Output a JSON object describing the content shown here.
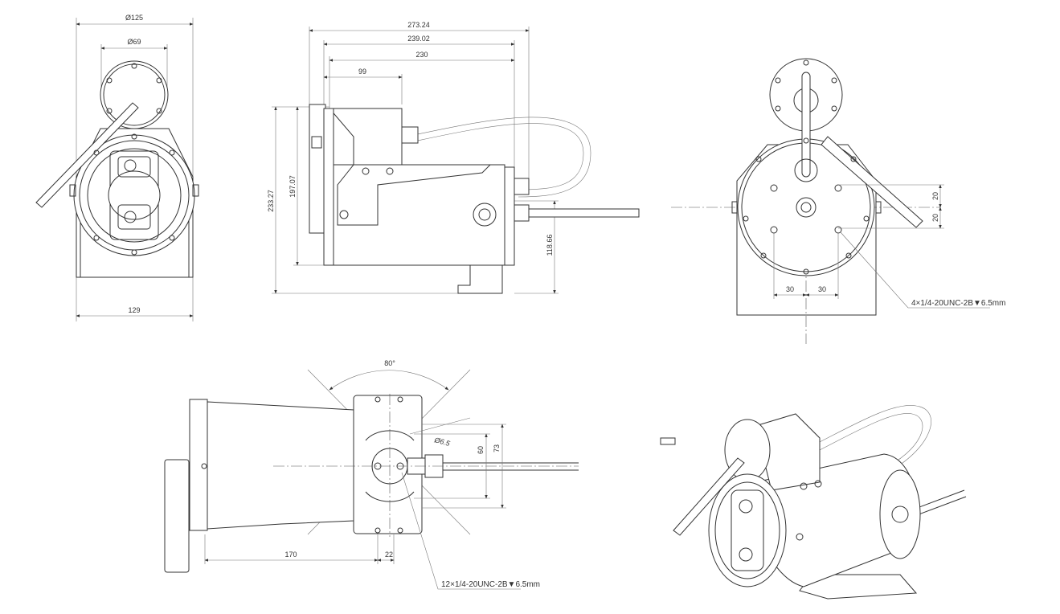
{
  "front_view": {
    "dia_outer": "Ø125",
    "dia_inner": "Ø69",
    "width": "129"
  },
  "side_view": {
    "len_total": "273.24",
    "len_mid": "239.02",
    "len_body": "230",
    "len_head": "99",
    "height_total": "233.27",
    "height_body": "197.07",
    "height_mount": "118.66"
  },
  "back_view": {
    "v_spacing_1": "20",
    "v_spacing_2": "20",
    "h_spacing_1": "30",
    "h_spacing_2": "30",
    "thread_note": "4×1/4-20UNC-2B▼6.5mm"
  },
  "top_view": {
    "angle": "80°",
    "hole_dia": "Ø6.5",
    "mount_inner": "60",
    "mount_outer": "73",
    "offset": "170",
    "hole_offset": "22",
    "thread_note": "12×1/4-20UNC-2B▼6.5mm"
  },
  "colors": {
    "line": "#333333",
    "background": "#ffffff"
  }
}
